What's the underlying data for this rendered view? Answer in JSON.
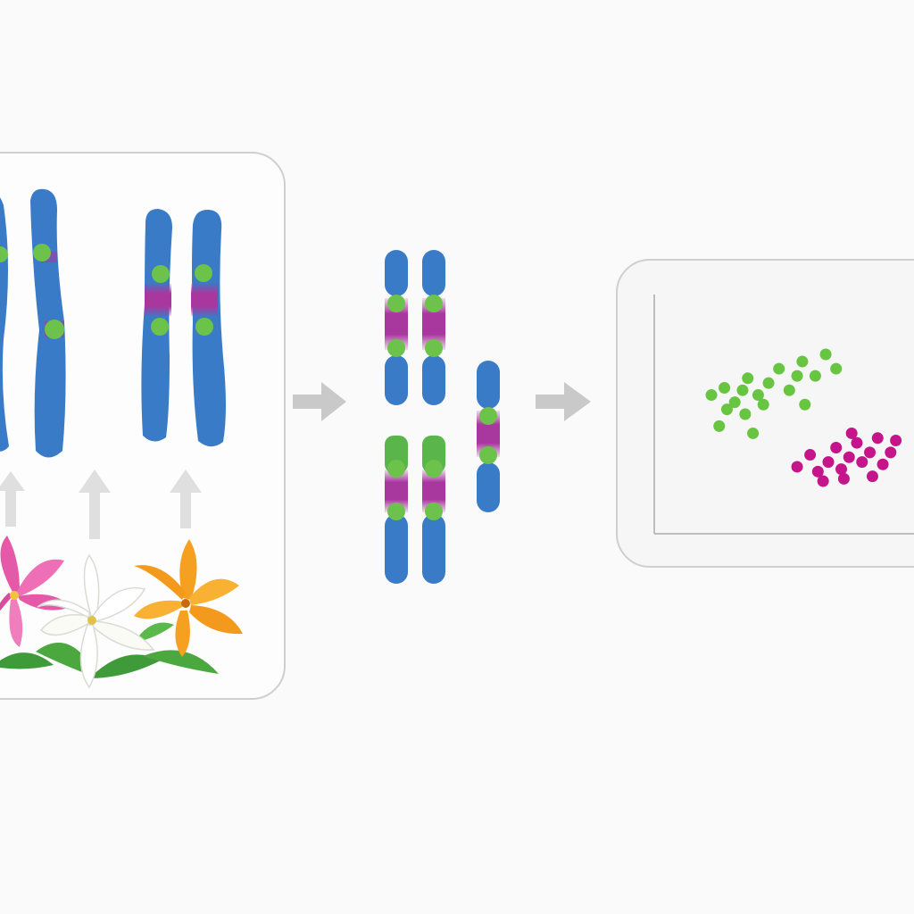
{
  "colors": {
    "chromosome": "#3a7bc8",
    "region_purple": "#a8389e",
    "marker_green": "#6cc24a",
    "cluster_green": "#67c541",
    "cluster_magenta": "#c4168a",
    "arrow": "#c9c9c9",
    "panel_border": "#cfcfcf"
  },
  "icons": {
    "flowers": [
      "pink-lily-icon",
      "white-lily-icon",
      "orange-lily-icon"
    ],
    "up_arrows": "up-arrow-icon",
    "flow_arrows": "right-arrow-icon"
  },
  "chart_data": {
    "type": "scatter",
    "series": [
      {
        "color": "#67c541",
        "points": [
          [
            0.22,
            0.42
          ],
          [
            0.27,
            0.39
          ],
          [
            0.31,
            0.45
          ],
          [
            0.34,
            0.4
          ],
          [
            0.36,
            0.35
          ],
          [
            0.4,
            0.42
          ],
          [
            0.44,
            0.37
          ],
          [
            0.48,
            0.31
          ],
          [
            0.52,
            0.4
          ],
          [
            0.55,
            0.34
          ],
          [
            0.57,
            0.28
          ],
          [
            0.62,
            0.34
          ],
          [
            0.66,
            0.25
          ],
          [
            0.7,
            0.31
          ],
          [
            0.28,
            0.48
          ],
          [
            0.35,
            0.5
          ],
          [
            0.42,
            0.46
          ],
          [
            0.58,
            0.46
          ],
          [
            0.25,
            0.55
          ],
          [
            0.38,
            0.58
          ]
        ]
      },
      {
        "color": "#c4168a",
        "points": [
          [
            0.55,
            0.72
          ],
          [
            0.6,
            0.67
          ],
          [
            0.63,
            0.74
          ],
          [
            0.67,
            0.7
          ],
          [
            0.7,
            0.64
          ],
          [
            0.72,
            0.73
          ],
          [
            0.75,
            0.68
          ],
          [
            0.78,
            0.62
          ],
          [
            0.8,
            0.7
          ],
          [
            0.83,
            0.66
          ],
          [
            0.86,
            0.6
          ],
          [
            0.88,
            0.71
          ],
          [
            0.91,
            0.66
          ],
          [
            0.93,
            0.61
          ],
          [
            0.65,
            0.78
          ],
          [
            0.73,
            0.77
          ],
          [
            0.76,
            0.58
          ],
          [
            0.84,
            0.76
          ]
        ]
      }
    ]
  }
}
